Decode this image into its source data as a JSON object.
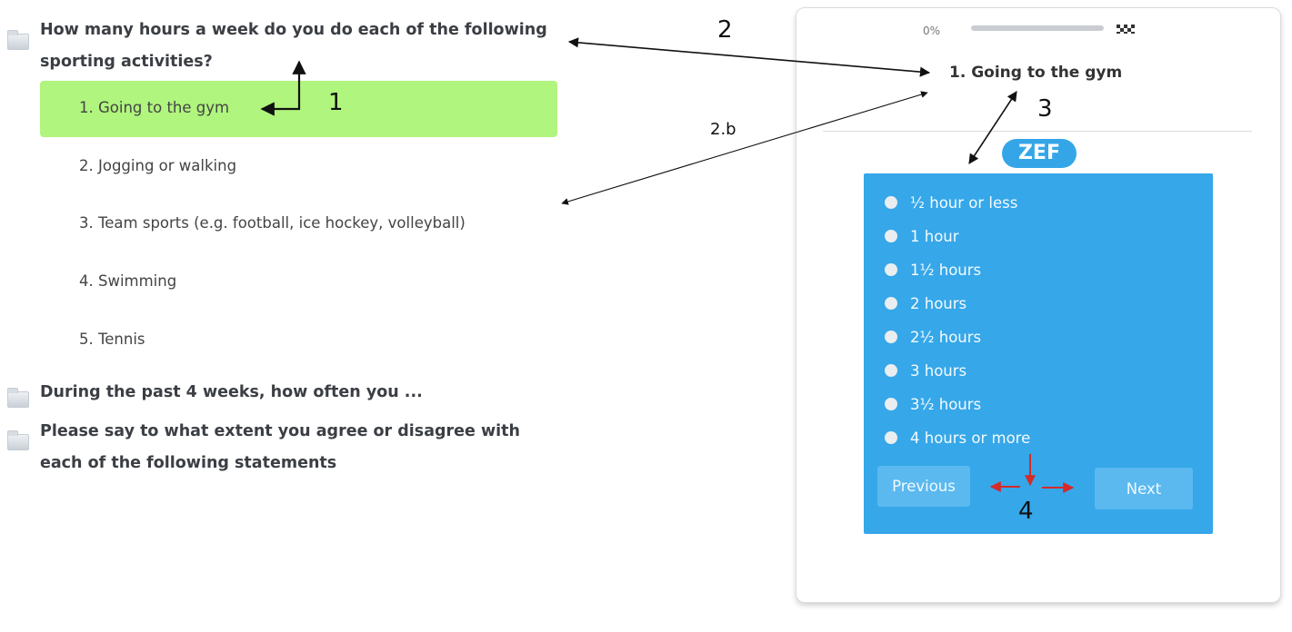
{
  "outline": {
    "questions": [
      {
        "line1": "How many hours a week do you do each of the following",
        "line2": "sporting activities?"
      },
      {
        "line1": "During the past 4 weeks, how often you ..."
      },
      {
        "line1": "Please say to what extent you agree or disagree with",
        "line2": "each of the following statements"
      }
    ],
    "items": [
      "1. Going to the gym",
      "2. Jogging or walking",
      "3. Team sports (e.g. football, ice hockey, volleyball)",
      "4. Swimming",
      "5. Tennis"
    ],
    "selected_index": 0
  },
  "preview": {
    "progress_label": "0%",
    "progress_fraction": 0,
    "question_title": "1. Going to the gym",
    "logo": "ZEF",
    "options": [
      "½ hour or less",
      "1 hour",
      "1½ hours",
      "2 hours",
      "2½ hours",
      "3 hours",
      "3½ hours",
      "4 hours or more"
    ],
    "previous_label": "Previous",
    "next_label": "Next",
    "flag_icon": "checkered-flag-icon"
  },
  "annotations": {
    "n1": "1",
    "n2": "2",
    "n2b": "2.b",
    "n3": "3",
    "n4": "4",
    "arrow_color": "#111111",
    "nav_arrow_color": "#d42a2a"
  },
  "colors": {
    "selected_bg": "#b0f57e",
    "panel_bg": "#36a7e9"
  }
}
